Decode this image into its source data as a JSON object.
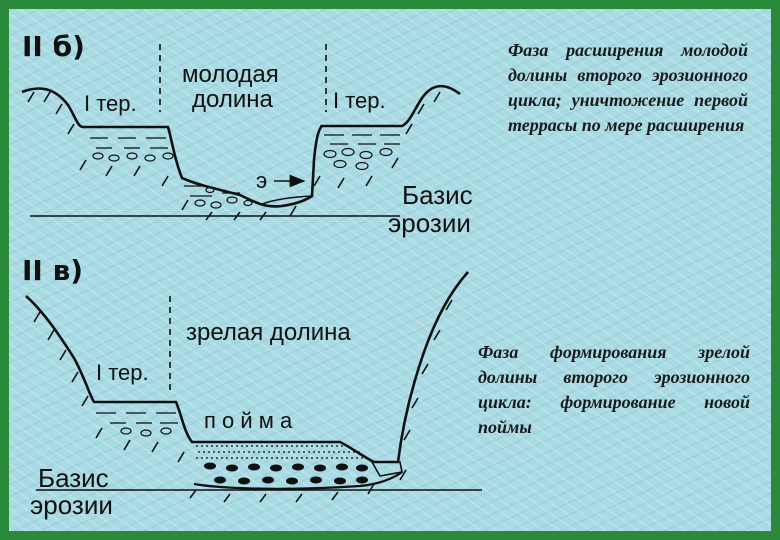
{
  "panel_b": {
    "label": "II б)",
    "terrace_left": "I тер.",
    "terrace_right": "I тер.",
    "valley_line1": "молодая",
    "valley_line2": "долина",
    "marker": "э",
    "base_line1": "Базис",
    "base_line2": "эрозии",
    "description": "Фаза расширения молодой долины второго эрозионного цикла; уничтожение первой террасы по мере расширения"
  },
  "panel_v": {
    "label": "II в)",
    "terrace_left": "I тер.",
    "valley": "зрелая долина",
    "floodplain": "п о й м а",
    "base_line1": "Базис",
    "base_line2": "эрозии",
    "description": "Фаза формирования зрелой долины второго эрозионного цикла: формирование новой поймы"
  },
  "colors": {
    "frame": "#2b8a3a",
    "background": "#a9dbe4",
    "ink": "#111111"
  }
}
